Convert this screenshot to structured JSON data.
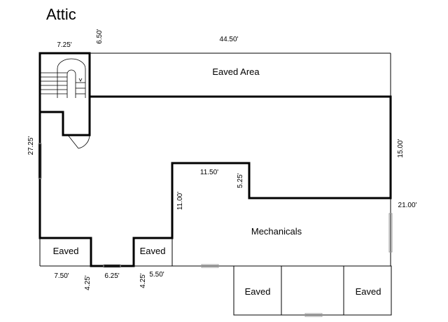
{
  "title": "Attic",
  "rooms": {
    "eaved_area": "Eaved Area",
    "mechanicals": "Mechanicals",
    "eaved_1": "Eaved",
    "eaved_2": "Eaved",
    "eaved_3": "Eaved",
    "eaved_4": "Eaved"
  },
  "dimensions": {
    "top_left_width": "7.25'",
    "top_left_depth": "6.50'",
    "top_width": "44.50'",
    "left_height": "27.25'",
    "right_height": "15.00'",
    "right_lower": "21.00'",
    "step_width": "11.50'",
    "step_height": "5.25'",
    "mech_left_height": "11.00'",
    "bottom_left_width": "7.50'",
    "bottom_left_notch": "4.25'",
    "bottom_mid_width": "6.25'",
    "bottom_mid_notch": "4.25'",
    "bottom_mid_width_2": "5.50'"
  }
}
